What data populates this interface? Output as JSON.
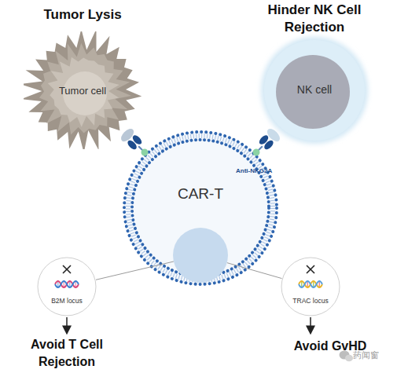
{
  "diagram": {
    "nodes": [
      {
        "text": [
          "Tumor Lysis",
          "Tumor cell"
        ]
      },
      {
        "text": [
          "Hinder NK Cell Rejection",
          "NK cell"
        ]
      },
      {
        "text": [
          "CAR-T"
        ]
      },
      {
        "text": [
          "B2M locus"
        ]
      },
      {
        "text": [
          "TRAC locus"
        ]
      }
    ],
    "edges": [
      {
        "from": 2,
        "to": 3,
        "arrow": "none"
      },
      {
        "from": 2,
        "to": 4,
        "arrow": "none"
      }
    ],
    "labels": [
      "Anti-NKG2A",
      "Avoid T Cell Rejection",
      "Avoid GvHD",
      "药闻窗"
    ]
  }
}
